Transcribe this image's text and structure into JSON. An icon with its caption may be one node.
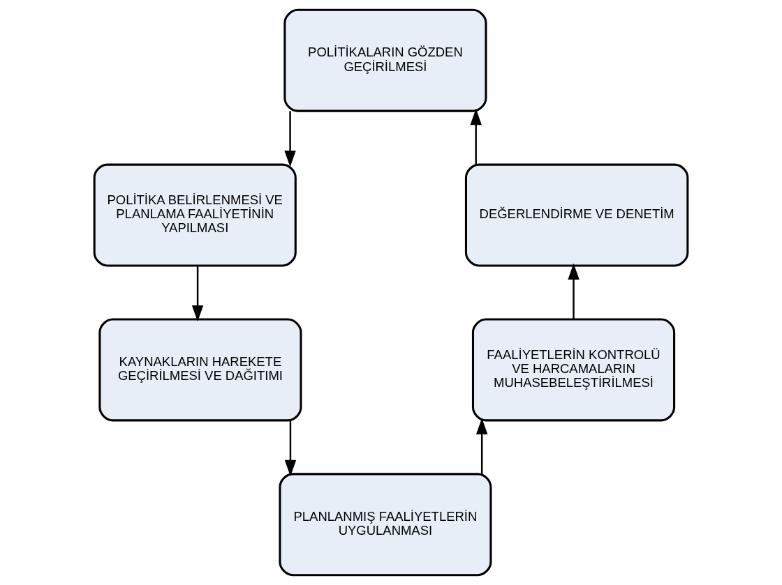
{
  "diagram": {
    "nodes": [
      {
        "text": [
          "POLİTİKALARIN GÖZDEN GEÇİRİLMESİ"
        ]
      },
      {
        "text": [
          "POLİTİKA BELİRLENMESİ VE PLANLAMA FAALİYETİNİN YAPILMASI"
        ]
      },
      {
        "text": [
          "KAYNAKLARIN HAREKETE GEÇİRİLMESİ VE DAĞITIMI"
        ]
      },
      {
        "text": [
          "PLANLANMIŞ FAALİYETLERİN UYGULANMASI"
        ]
      },
      {
        "text": [
          "FAALİYETLERİN KONTROLÜ VE HARCAMALARIN MUHASEBELEŞTİRİLMESİ"
        ]
      },
      {
        "text": [
          "DEĞERLENDİRME VE DENETİM"
        ]
      }
    ],
    "edges": [
      {
        "from": 0,
        "to": 1,
        "arrow": "to"
      },
      {
        "from": 1,
        "to": 2,
        "arrow": "to"
      },
      {
        "from": 2,
        "to": 3,
        "arrow": "to"
      },
      {
        "from": 3,
        "to": 4,
        "arrow": "to"
      },
      {
        "from": 4,
        "to": 5,
        "arrow": "to"
      },
      {
        "from": 5,
        "to": 0,
        "arrow": "to"
      }
    ]
  }
}
